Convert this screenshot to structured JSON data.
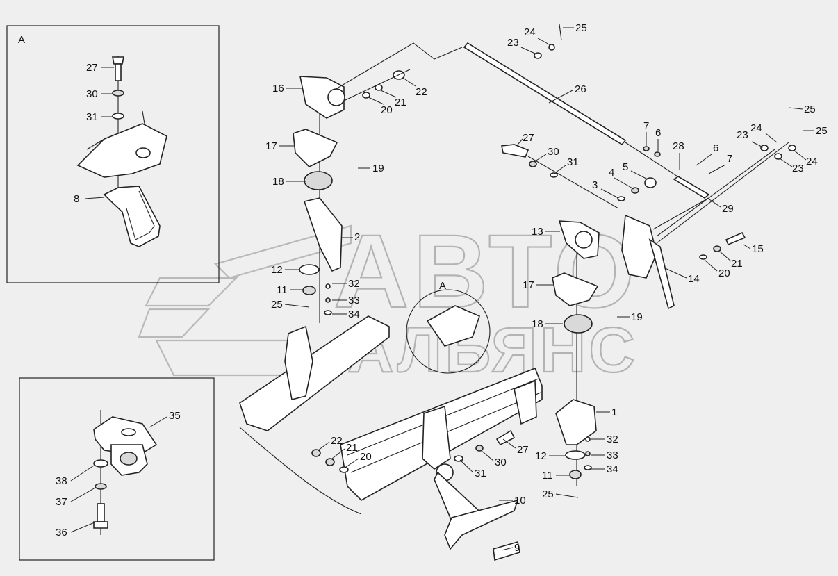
{
  "watermark": {
    "line1": "АВТО",
    "line2": "АЛЬЯНС"
  },
  "insets": [
    {
      "id": "inset-a",
      "label": "A"
    },
    {
      "id": "inset-b",
      "label": ""
    }
  ],
  "detail_callout": "A",
  "callouts": [
    {
      "id": "c27a",
      "text": "27"
    },
    {
      "id": "c30a",
      "text": "30"
    },
    {
      "id": "c31a",
      "text": "31"
    },
    {
      "id": "c8",
      "text": "8"
    },
    {
      "id": "c35",
      "text": "35"
    },
    {
      "id": "c38",
      "text": "38"
    },
    {
      "id": "c37",
      "text": "37"
    },
    {
      "id": "c36",
      "text": "36"
    },
    {
      "id": "c16",
      "text": "16"
    },
    {
      "id": "c17a",
      "text": "17"
    },
    {
      "id": "c18a",
      "text": "18"
    },
    {
      "id": "c19a",
      "text": "19"
    },
    {
      "id": "c2",
      "text": "2"
    },
    {
      "id": "c12a",
      "text": "12"
    },
    {
      "id": "c11a",
      "text": "11"
    },
    {
      "id": "c25c",
      "text": "25"
    },
    {
      "id": "c32a",
      "text": "32"
    },
    {
      "id": "c33a",
      "text": "33"
    },
    {
      "id": "c34a",
      "text": "34"
    },
    {
      "id": "c20a",
      "text": "20"
    },
    {
      "id": "c21a",
      "text": "21"
    },
    {
      "id": "c22a",
      "text": "22"
    },
    {
      "id": "c23a",
      "text": "23"
    },
    {
      "id": "c24a",
      "text": "24"
    },
    {
      "id": "c25a",
      "text": "25"
    },
    {
      "id": "c26",
      "text": "26"
    },
    {
      "id": "c7a",
      "text": "7"
    },
    {
      "id": "c6a",
      "text": "6"
    },
    {
      "id": "c28",
      "text": "28"
    },
    {
      "id": "c6b",
      "text": "6"
    },
    {
      "id": "c7b",
      "text": "7"
    },
    {
      "id": "c27b",
      "text": "27"
    },
    {
      "id": "c30b",
      "text": "30"
    },
    {
      "id": "c31b",
      "text": "31"
    },
    {
      "id": "c4",
      "text": "4"
    },
    {
      "id": "c5",
      "text": "5"
    },
    {
      "id": "c3",
      "text": "3"
    },
    {
      "id": "c29",
      "text": "29"
    },
    {
      "id": "c25b",
      "text": "25"
    },
    {
      "id": "c24b",
      "text": "24"
    },
    {
      "id": "c23b",
      "text": "23"
    },
    {
      "id": "c25d",
      "text": "25"
    },
    {
      "id": "c24c",
      "text": "24"
    },
    {
      "id": "c23c",
      "text": "23"
    },
    {
      "id": "c13",
      "text": "13"
    },
    {
      "id": "c15",
      "text": "15"
    },
    {
      "id": "c21b",
      "text": "21"
    },
    {
      "id": "c20b",
      "text": "20"
    },
    {
      "id": "c14",
      "text": "14"
    },
    {
      "id": "c17b",
      "text": "17"
    },
    {
      "id": "c18b",
      "text": "18"
    },
    {
      "id": "c19b",
      "text": "19"
    },
    {
      "id": "c1",
      "text": "1"
    },
    {
      "id": "c32b",
      "text": "32"
    },
    {
      "id": "c12b",
      "text": "12"
    },
    {
      "id": "c33b",
      "text": "33"
    },
    {
      "id": "c11b",
      "text": "11"
    },
    {
      "id": "c34b",
      "text": "34"
    },
    {
      "id": "c25e",
      "text": "25"
    },
    {
      "id": "c22b",
      "text": "22"
    },
    {
      "id": "c21c",
      "text": "21"
    },
    {
      "id": "c20c",
      "text": "20"
    },
    {
      "id": "c27c",
      "text": "27"
    },
    {
      "id": "c30c",
      "text": "30"
    },
    {
      "id": "c31c",
      "text": "31"
    },
    {
      "id": "c10",
      "text": "10"
    },
    {
      "id": "c9",
      "text": "9"
    }
  ]
}
